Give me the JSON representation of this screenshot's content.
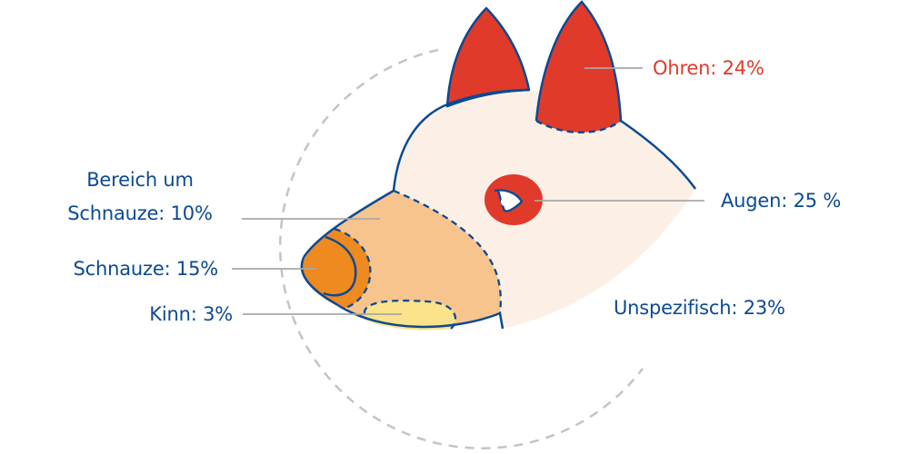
{
  "chart_data": {
    "type": "pie",
    "title": "",
    "categories": [
      "Ohren",
      "Augen",
      "Unspezifisch",
      "Bereich um Schnauze",
      "Schnauze",
      "Kinn"
    ],
    "values": [
      24,
      25,
      23,
      10,
      15,
      3
    ],
    "unit": "%",
    "labels": [
      {
        "region": "Ohren",
        "text": "Ohren: 24%",
        "color": "#e03a2a"
      },
      {
        "region": "Augen",
        "text": "Augen: 25 %",
        "color": "#e03a2a"
      },
      {
        "region": "Unspezifisch",
        "text": "Unspezifisch: 23%",
        "color": "#fcf0e6"
      },
      {
        "region": "Bereich um Schnauze",
        "text": "Bereich um Schnauze: 10%",
        "color": "#f8c48e"
      },
      {
        "region": "Schnauze",
        "text": "Schnauze: 15%",
        "color": "#ee8a1f"
      },
      {
        "region": "Kinn",
        "text": "Kinn: 3%",
        "color": "#fae38a"
      }
    ]
  },
  "labels": {
    "ohren": "Ohren: 24%",
    "augen": "Augen: 25 %",
    "unspezifisch": "Unspezifisch: 23%",
    "bereich_line1": "Bereich um",
    "bereich_line2": "Schnauze: 10%",
    "schnauze": "Schnauze: 15%",
    "kinn": "Kinn: 3%"
  },
  "colors": {
    "outline": "#0b4a92",
    "ears_eyes": "#e03a2a",
    "face": "#fcf0e6",
    "snout_area": "#f8c48e",
    "nose": "#ee8a1f",
    "chin": "#fae38a",
    "leader": "#a8a8a8",
    "dashed_circle": "#c4c4c4"
  }
}
